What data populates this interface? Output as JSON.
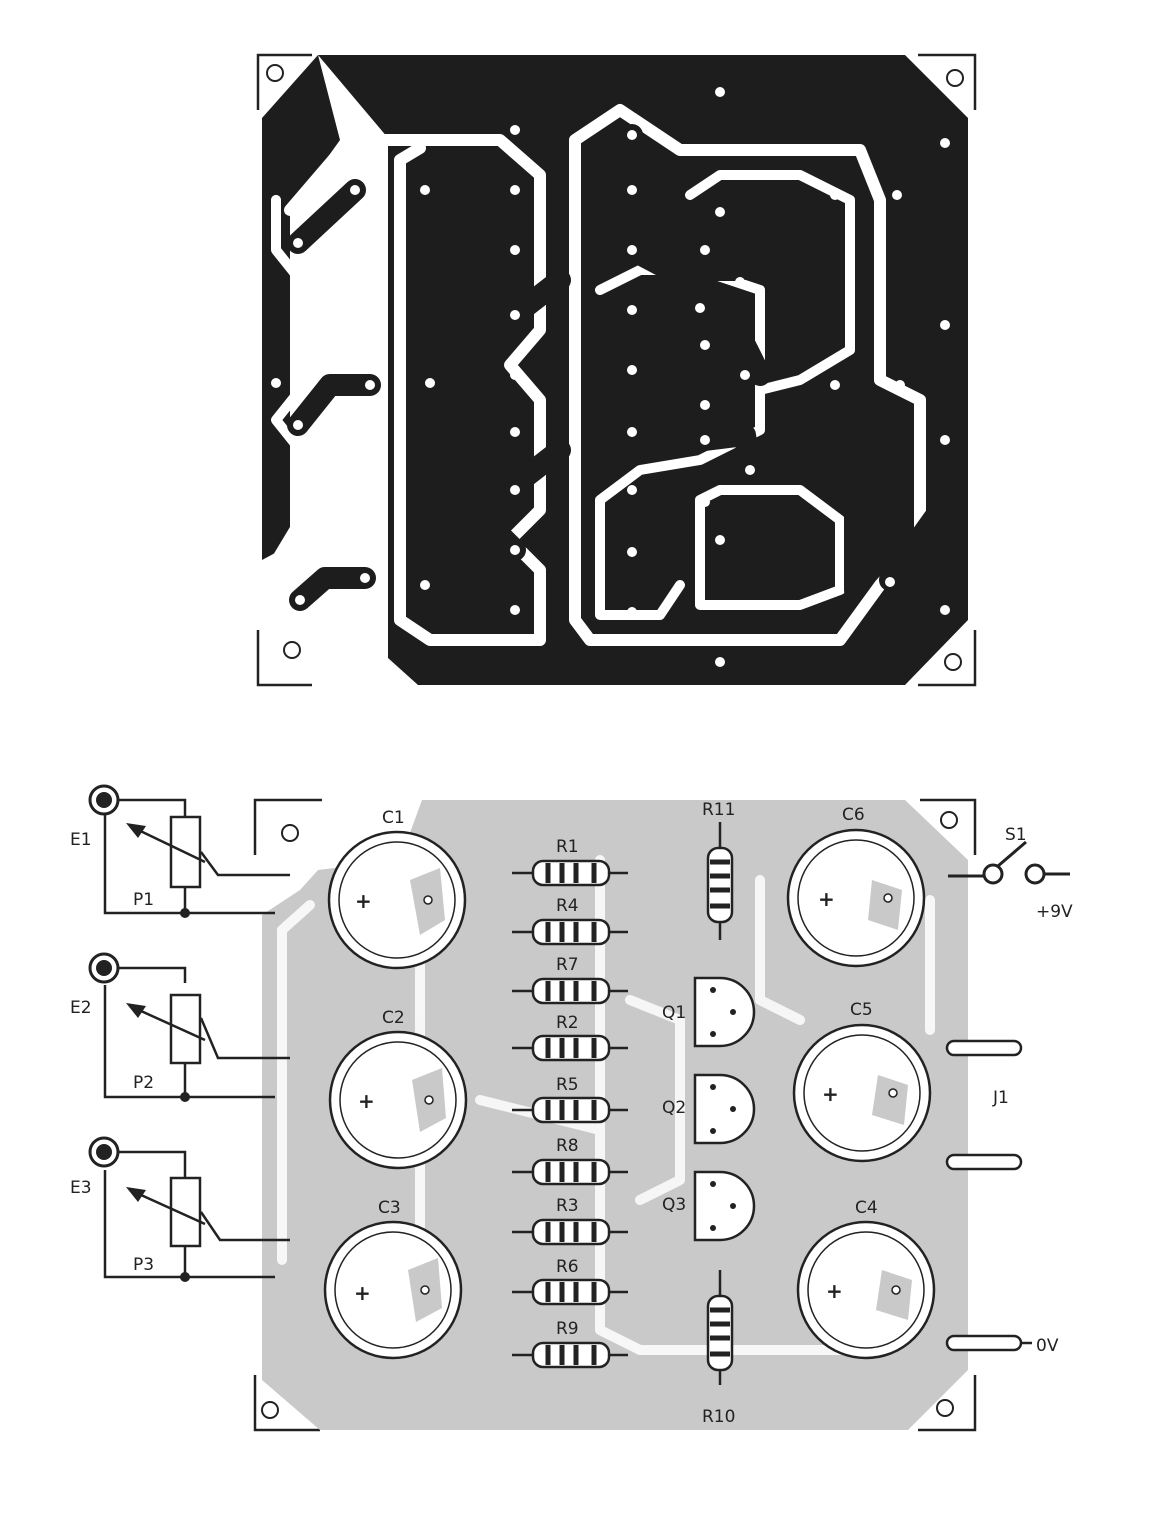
{
  "components": {
    "C1": "C1",
    "C2": "C2",
    "C3": "C3",
    "C4": "C4",
    "C5": "C5",
    "C6": "C6",
    "R1": "R1",
    "R2": "R2",
    "R3": "R3",
    "R4": "R4",
    "R5": "R5",
    "R6": "R6",
    "R7": "R7",
    "R8": "R8",
    "R9": "R9",
    "R10": "R10",
    "R11": "R11",
    "Q1": "Q1",
    "Q2": "Q2",
    "Q3": "Q3",
    "P1": "P1",
    "P2": "P2",
    "P3": "P3",
    "E1": "E1",
    "E2": "E2",
    "E3": "E3",
    "S1": "S1",
    "J1": "J1"
  },
  "supply": {
    "positive": "+9V",
    "ground": "0V"
  },
  "polarity_mark": "+",
  "colors": {
    "copper": "#1d1d1d",
    "silkscreen_trace": "#c9c9c9",
    "ink": "#222222",
    "paper": "#ffffff"
  }
}
